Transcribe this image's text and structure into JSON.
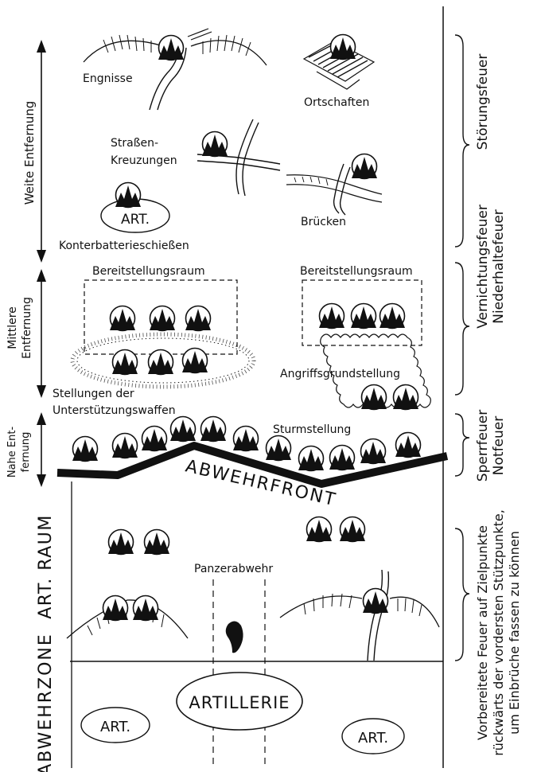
{
  "diagram": {
    "objects": {
      "engnisse": "Engnisse",
      "ortschaften": "Ortschaften",
      "strassen": "Straßen-",
      "kreuzungen": "Kreuzungen",
      "bruecken": "Brücken",
      "art_small": "ART.",
      "konterbatterie": "Konterbatterieschießen",
      "bereitstellungsraum_left": "Bereitstellungsraum",
      "bereitstellungsraum_right": "Bereitstellungsraum",
      "angriffsgrundstellung": "Angriffsgrundstellung",
      "stellungen_1": "Stellungen der",
      "stellungen_2": "Unterstützungswaffen",
      "sturmstellung": "Sturmstellung",
      "abwehrfront": "ABWEHRFRONT",
      "panzerabwehr": "Panzerabwehr",
      "artillerie": "ARTILLERIE",
      "art_left": "ART.",
      "art_right": "ART."
    },
    "distances": {
      "weite": "Weite Entfernung",
      "mittlere_1": "Mittlere",
      "mittlere_2": "Entfernung",
      "nahe_1": "Nahe Ent-",
      "nahe_2": "fernung"
    },
    "zones": {
      "art_raum": "ART. RAUM",
      "abwehrzone": "ABWEHRZONE"
    },
    "fire_types": {
      "stoerungsfeuer": "Störungsfeuer",
      "vernichtungsfeuer": "Vernichtungsfeuer",
      "niederhaltefeuer": "Niederhaltefeuer",
      "sperrfeuer": "Sperrfeuer",
      "notfeuer": "Notfeuer",
      "vorbereitet_1": "Vorbereitete Feuer auf Zielpunkte",
      "vorbereitet_2": "rückwärts der vordersten Stützpunkte,",
      "vorbereitet_3": "um Einbrüche fassen zu können"
    }
  }
}
